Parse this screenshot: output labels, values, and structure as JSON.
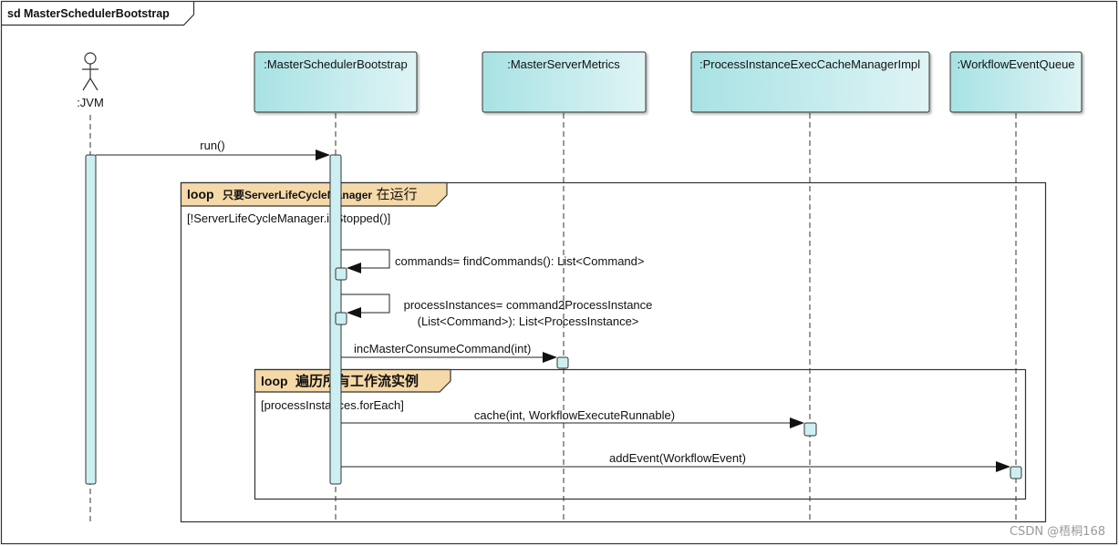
{
  "diagram": {
    "frame_title": "sd MasterSchedulerBootstrap",
    "actor": {
      "label": ":JVM"
    },
    "participants": [
      {
        "id": "bootstrap",
        "label": ":MasterSchedulerBootstrap"
      },
      {
        "id": "metrics",
        "label": ":MasterServerMetrics"
      },
      {
        "id": "cache",
        "label": ":ProcessInstanceExecCacheManagerImpl"
      },
      {
        "id": "queue",
        "label": ":WorkflowEventQueue"
      }
    ],
    "messages": {
      "run": "run()",
      "find_commands": "commands= findCommands(): List<Command>",
      "command2pi_line1": "processInstances= command2ProcessInstance",
      "command2pi_line2": "(List<Command>): List<ProcessInstance>",
      "inc_consume": "incMasterConsumeCommand(int)",
      "cache": "cache(int, WorkflowExecuteRunnable)",
      "add_event": "addEvent(WorkflowEvent)"
    },
    "fragments": {
      "outer_loop": {
        "keyword": "loop",
        "title_latin": "只要ServerLifeCycleManager",
        "title_cjk": "在运行",
        "guard": "[!ServerLifeCycleManager.isStopped()]"
      },
      "inner_loop": {
        "keyword": "loop",
        "title": "遍历所有工作流实例",
        "guard": "[processInstances.forEach]"
      }
    }
  },
  "watermark": "CSDN @梧桐168",
  "colors": {
    "participant_fill_left": "#a8e2e4",
    "participant_fill_right": "#dff4f5",
    "activation_fill": "#cdeff2",
    "fragment_tab_fill": "#f6d9a8",
    "line": "#333333"
  }
}
